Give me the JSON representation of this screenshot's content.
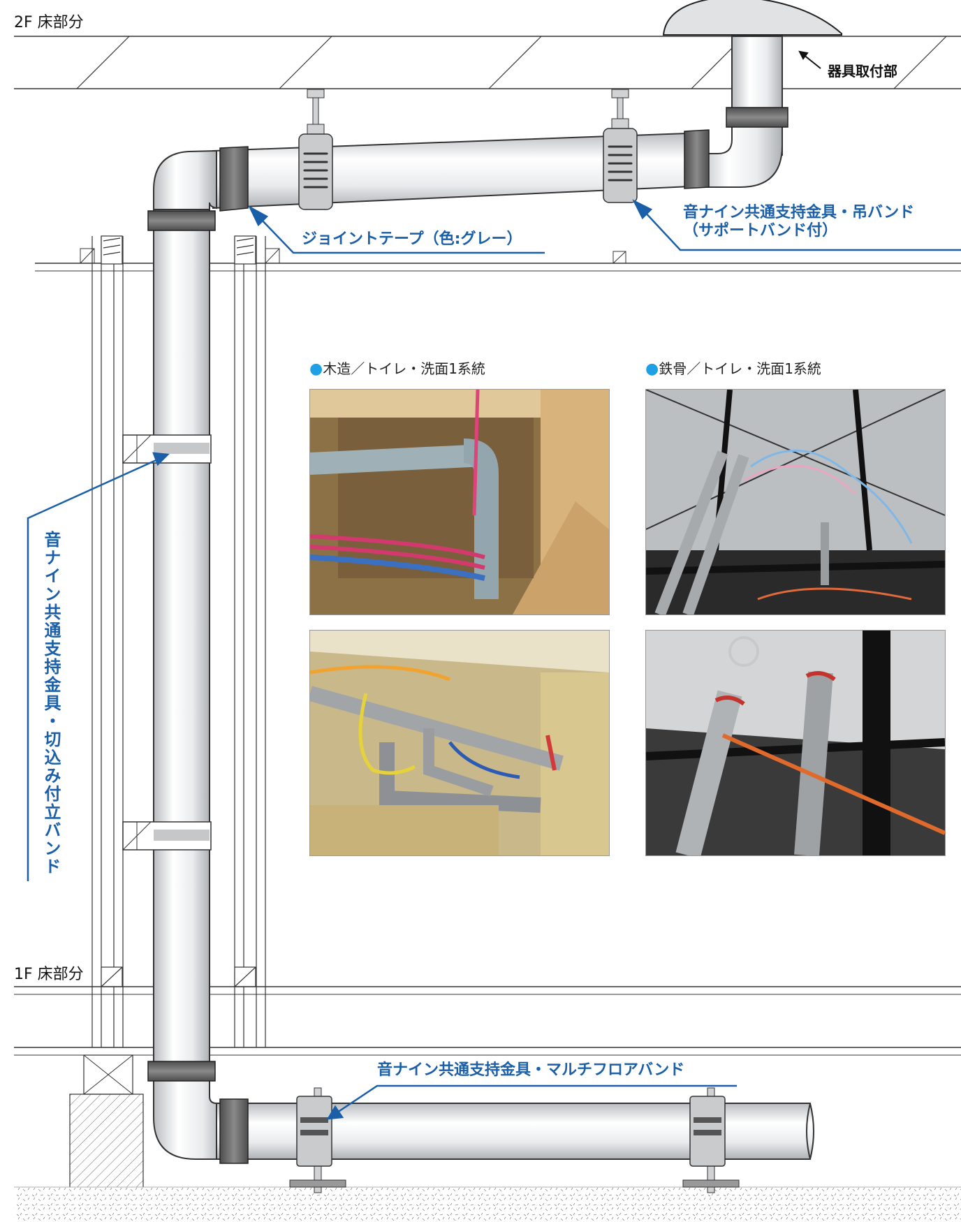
{
  "floors": {
    "upper": "2F 床部分",
    "lower": "1F 床部分"
  },
  "labels": {
    "fixture_mount": "器具取付部",
    "joint_tape": "ジョイントテープ（色:グレー）",
    "hanging_band_line1": "音ナイン共通支持金具・吊バンド",
    "hanging_band_line2": "（サポートバンド付）",
    "vertical_band": "音ナイン共通支持金具・切込み付立バンド",
    "multi_floor_band": "音ナイン共通支持金具・マルチフロアバンド"
  },
  "photos": {
    "wood_caption": "木造／トイレ・洗面1系統",
    "steel_caption": "鉄骨／トイレ・洗面1系統",
    "bullet": "●"
  },
  "colors": {
    "callout_blue": "#1a5fa8",
    "bullet_blue": "#1ea0e6",
    "pipe_fill": "#e8eaec",
    "tape_gray": "#6b6b6b"
  }
}
